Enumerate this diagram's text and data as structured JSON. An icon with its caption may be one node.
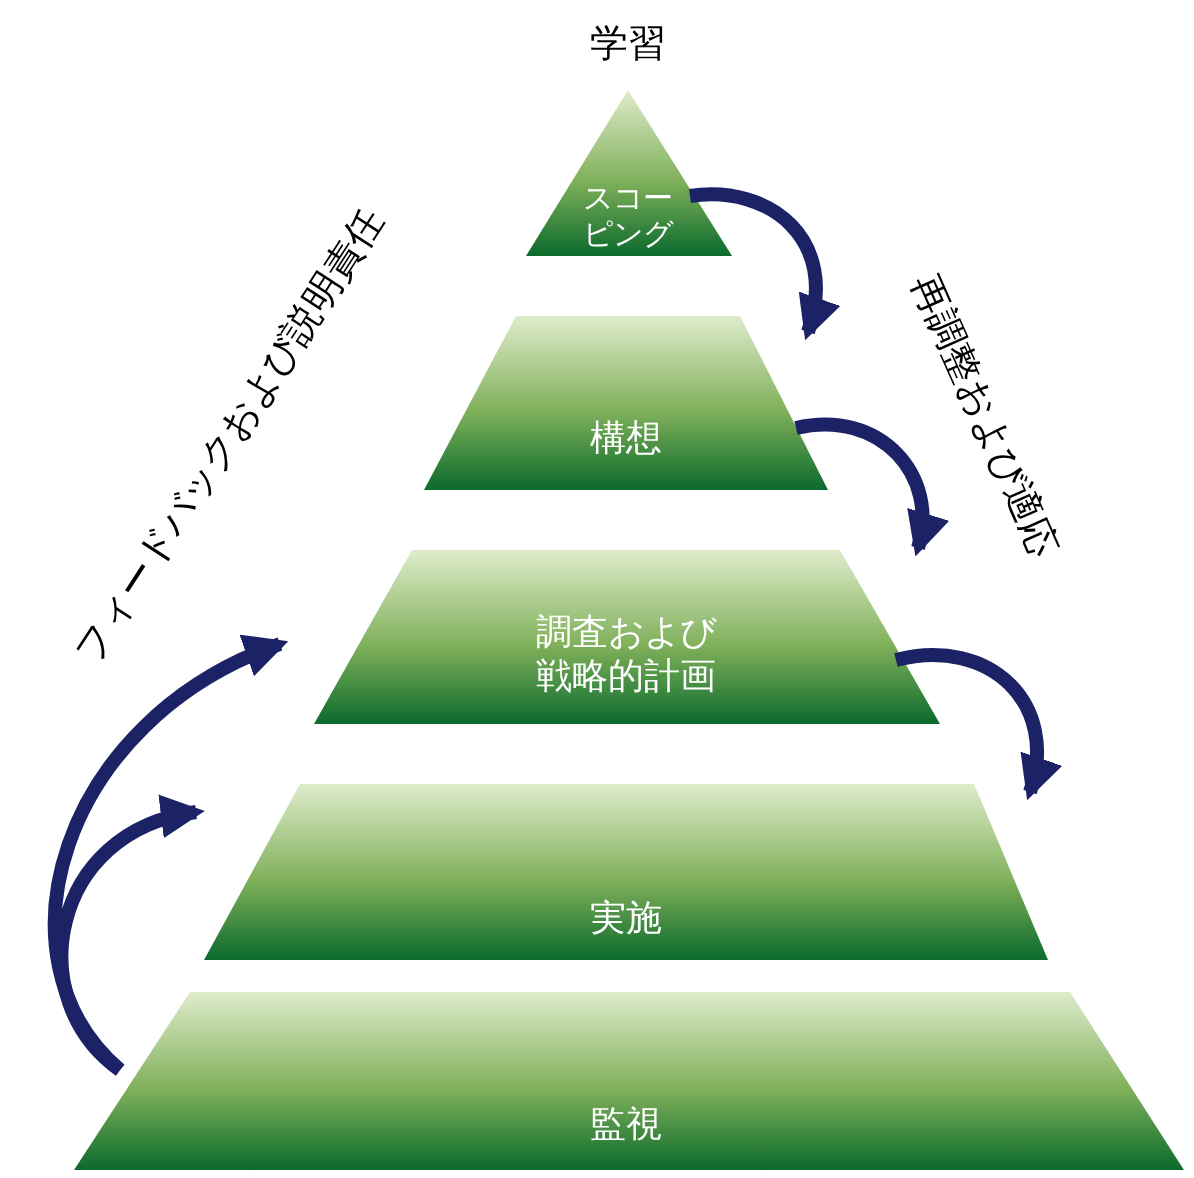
{
  "diagram": {
    "nodes": [
      {
        "text": [
          "スコーピング"
        ],
        "beside": [
          "学習"
        ]
      },
      {
        "text": [
          "構想"
        ]
      },
      {
        "text": [
          "調査および戦略的計画"
        ]
      },
      {
        "text": [
          "実施"
        ]
      },
      {
        "text": [
          "監視"
        ]
      }
    ],
    "edges": [
      {
        "from": 0,
        "to": 1,
        "arrow": "to"
      },
      {
        "from": 1,
        "to": 2,
        "arrow": "to"
      },
      {
        "from": 2,
        "to": 3,
        "arrow": "to"
      },
      {
        "from": 4,
        "to": 3,
        "arrow": "to"
      },
      {
        "from": 4,
        "to": 2,
        "arrow": "to"
      }
    ],
    "labels": [
      "フィードバックおよび説明責任",
      "再調整および適応"
    ]
  }
}
